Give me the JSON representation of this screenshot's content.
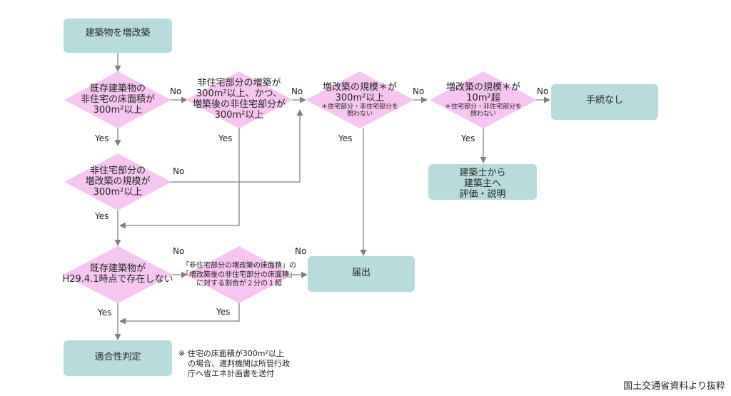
{
  "nodes": {
    "start": "建築物を増改築",
    "q1": [
      "既存建築物の",
      "非住宅の床面積が",
      "300m²以上"
    ],
    "q2": [
      "非住宅部分の増築が",
      "300m²以上、かつ、",
      "増築後の非住宅部分が",
      "300m²以上"
    ],
    "q3": [
      "増改築の規模＊が",
      "300m²以上"
    ],
    "q3_note": [
      "＊住宅部分・非住宅部分を",
      "問わない"
    ],
    "q4": [
      "増改築の規模＊が",
      "10m²超"
    ],
    "q4_note": [
      "＊住宅部分・非住宅部分を",
      "問わない"
    ],
    "none": "手続なし",
    "explain": [
      "建築士から",
      "建築主へ",
      "評価・説明"
    ],
    "q5": [
      "非住宅部分の",
      "増改築の規模が",
      "300m²以上"
    ],
    "q6": [
      "既存建築物が",
      "H29.4.1時点で存在しない"
    ],
    "q7": [
      "「非住宅部分の増改築の床面積」の",
      "「増改築後の非住宅部分の床面積」",
      "に対する割合が２分の１超"
    ],
    "notify": "届出",
    "judge": "適合性判定"
  },
  "labels": {
    "yes": "Yes",
    "no": "No"
  },
  "note": [
    "※ 住宅の床面積が300m²以上",
    "の場合、適判機関は所管行政",
    "庁へ省エネ計画書を送付"
  ],
  "source": "国土交通省資料より抜粋",
  "colors": {
    "box_fill": "#b8dcdc",
    "diamond_fill": "#f6c6f0",
    "line": "#7f7f7f"
  }
}
